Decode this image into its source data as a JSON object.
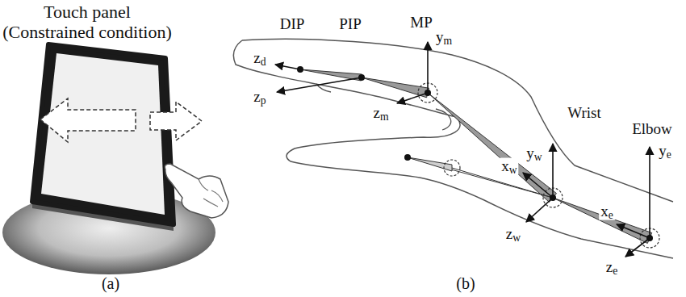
{
  "diagram": {
    "labels": [
      "Touch panel (Constrained condition)",
      "(a)",
      "(b)",
      "DIP",
      "PIP",
      "MP",
      "zd",
      "zp",
      "zm",
      "ym",
      "Wrist",
      "yw",
      "xw",
      "zw",
      "Elbow",
      "ye",
      "xe",
      "ze"
    ]
  }
}
